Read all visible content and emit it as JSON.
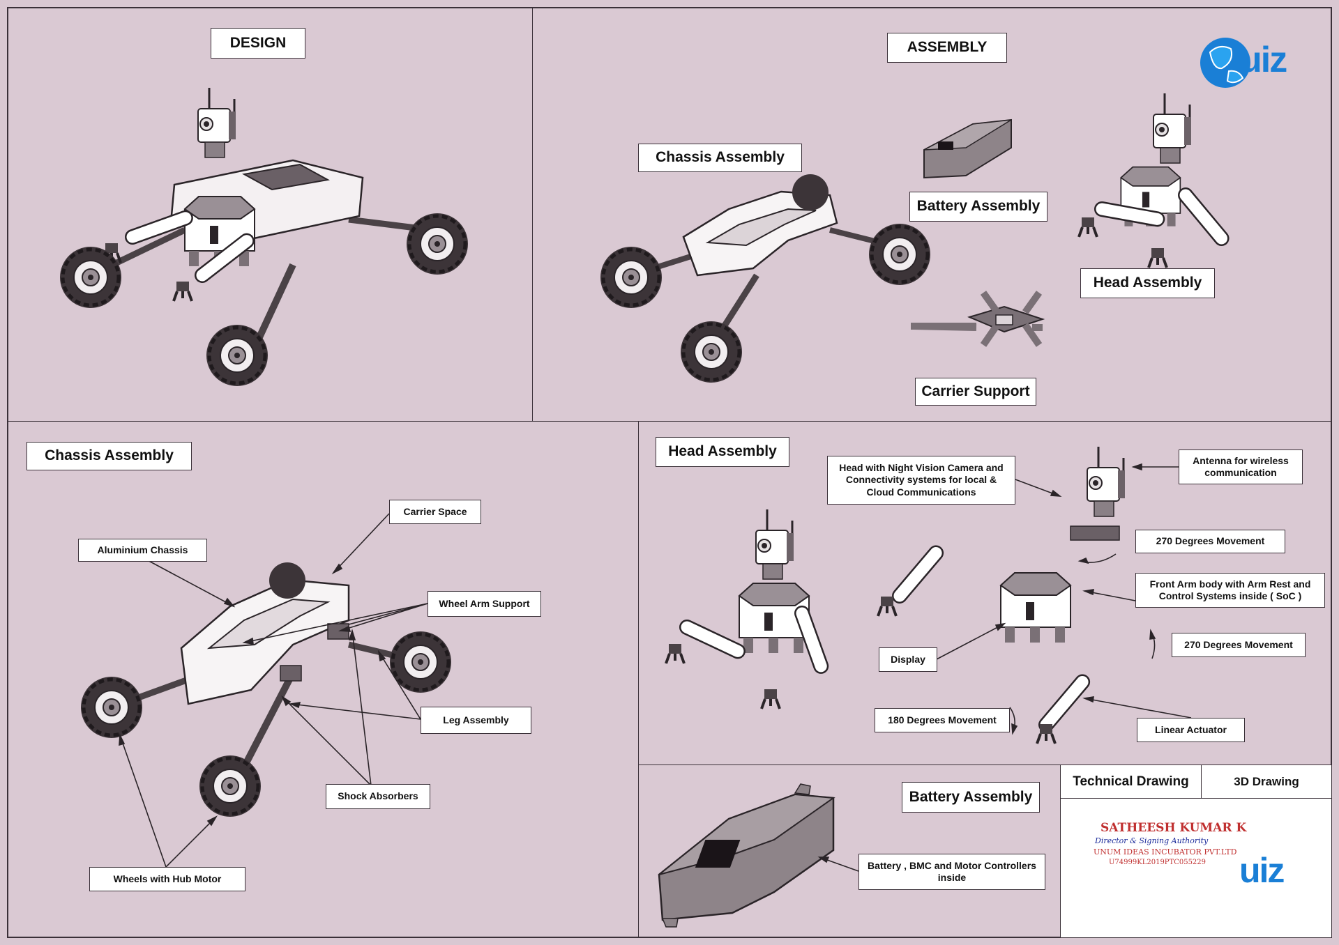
{
  "panels": {
    "design": {
      "title": "DESIGN"
    },
    "assembly": {
      "title": "ASSEMBLY",
      "chassis_label": "Chassis Assembly",
      "battery_label": "Battery Assembly",
      "head_label": "Head Assembly",
      "carrier_label": "Carrier Support"
    },
    "chassis": {
      "title": "Chassis Assembly",
      "callouts": {
        "carrier_space": "Carrier Space",
        "aluminium_chassis": "Aluminium Chassis",
        "wheel_arm_support": "Wheel Arm Support",
        "leg_assembly": "Leg Assembly",
        "shock_absorbers": "Shock Absorbers",
        "wheels_hub_motor": "Wheels with Hub Motor"
      }
    },
    "head": {
      "title": "Head Assembly",
      "callouts": {
        "head_camera": "Head with Night Vision Camera and Connectivity systems for local & Cloud Communications",
        "antenna": "Antenna for wireless communication",
        "movement_270_top": "270 Degrees Movement",
        "front_arm_body": "Front Arm body with Arm Rest and Control Systems inside ( SoC )",
        "display": "Display",
        "movement_270_side": "270 Degrees Movement",
        "movement_180": "180 Degrees Movement",
        "linear_actuator": "Linear Actuator"
      }
    },
    "battery": {
      "title": "Battery Assembly",
      "callout": "Battery , BMC and Motor Controllers  inside"
    }
  },
  "title_block": {
    "technical_drawing": "Technical Drawing",
    "drawing_type": "3D Drawing",
    "signatory_name": "SATHEESH KUMAR K",
    "signatory_role": "Director & Signing Authority",
    "company": "UNUM IDEAS INCUBATOR PVT.LTD",
    "cin": "U74999KL2019PTC055229"
  },
  "logo": {
    "text": "uiz"
  },
  "colors": {
    "background": "#dac9d3",
    "line": "#3a3038",
    "logo_blue": "#1a7fd6",
    "logo_green": "#36c44a",
    "stamp_red": "#c03030",
    "signature_blue": "#1a2a9a"
  }
}
